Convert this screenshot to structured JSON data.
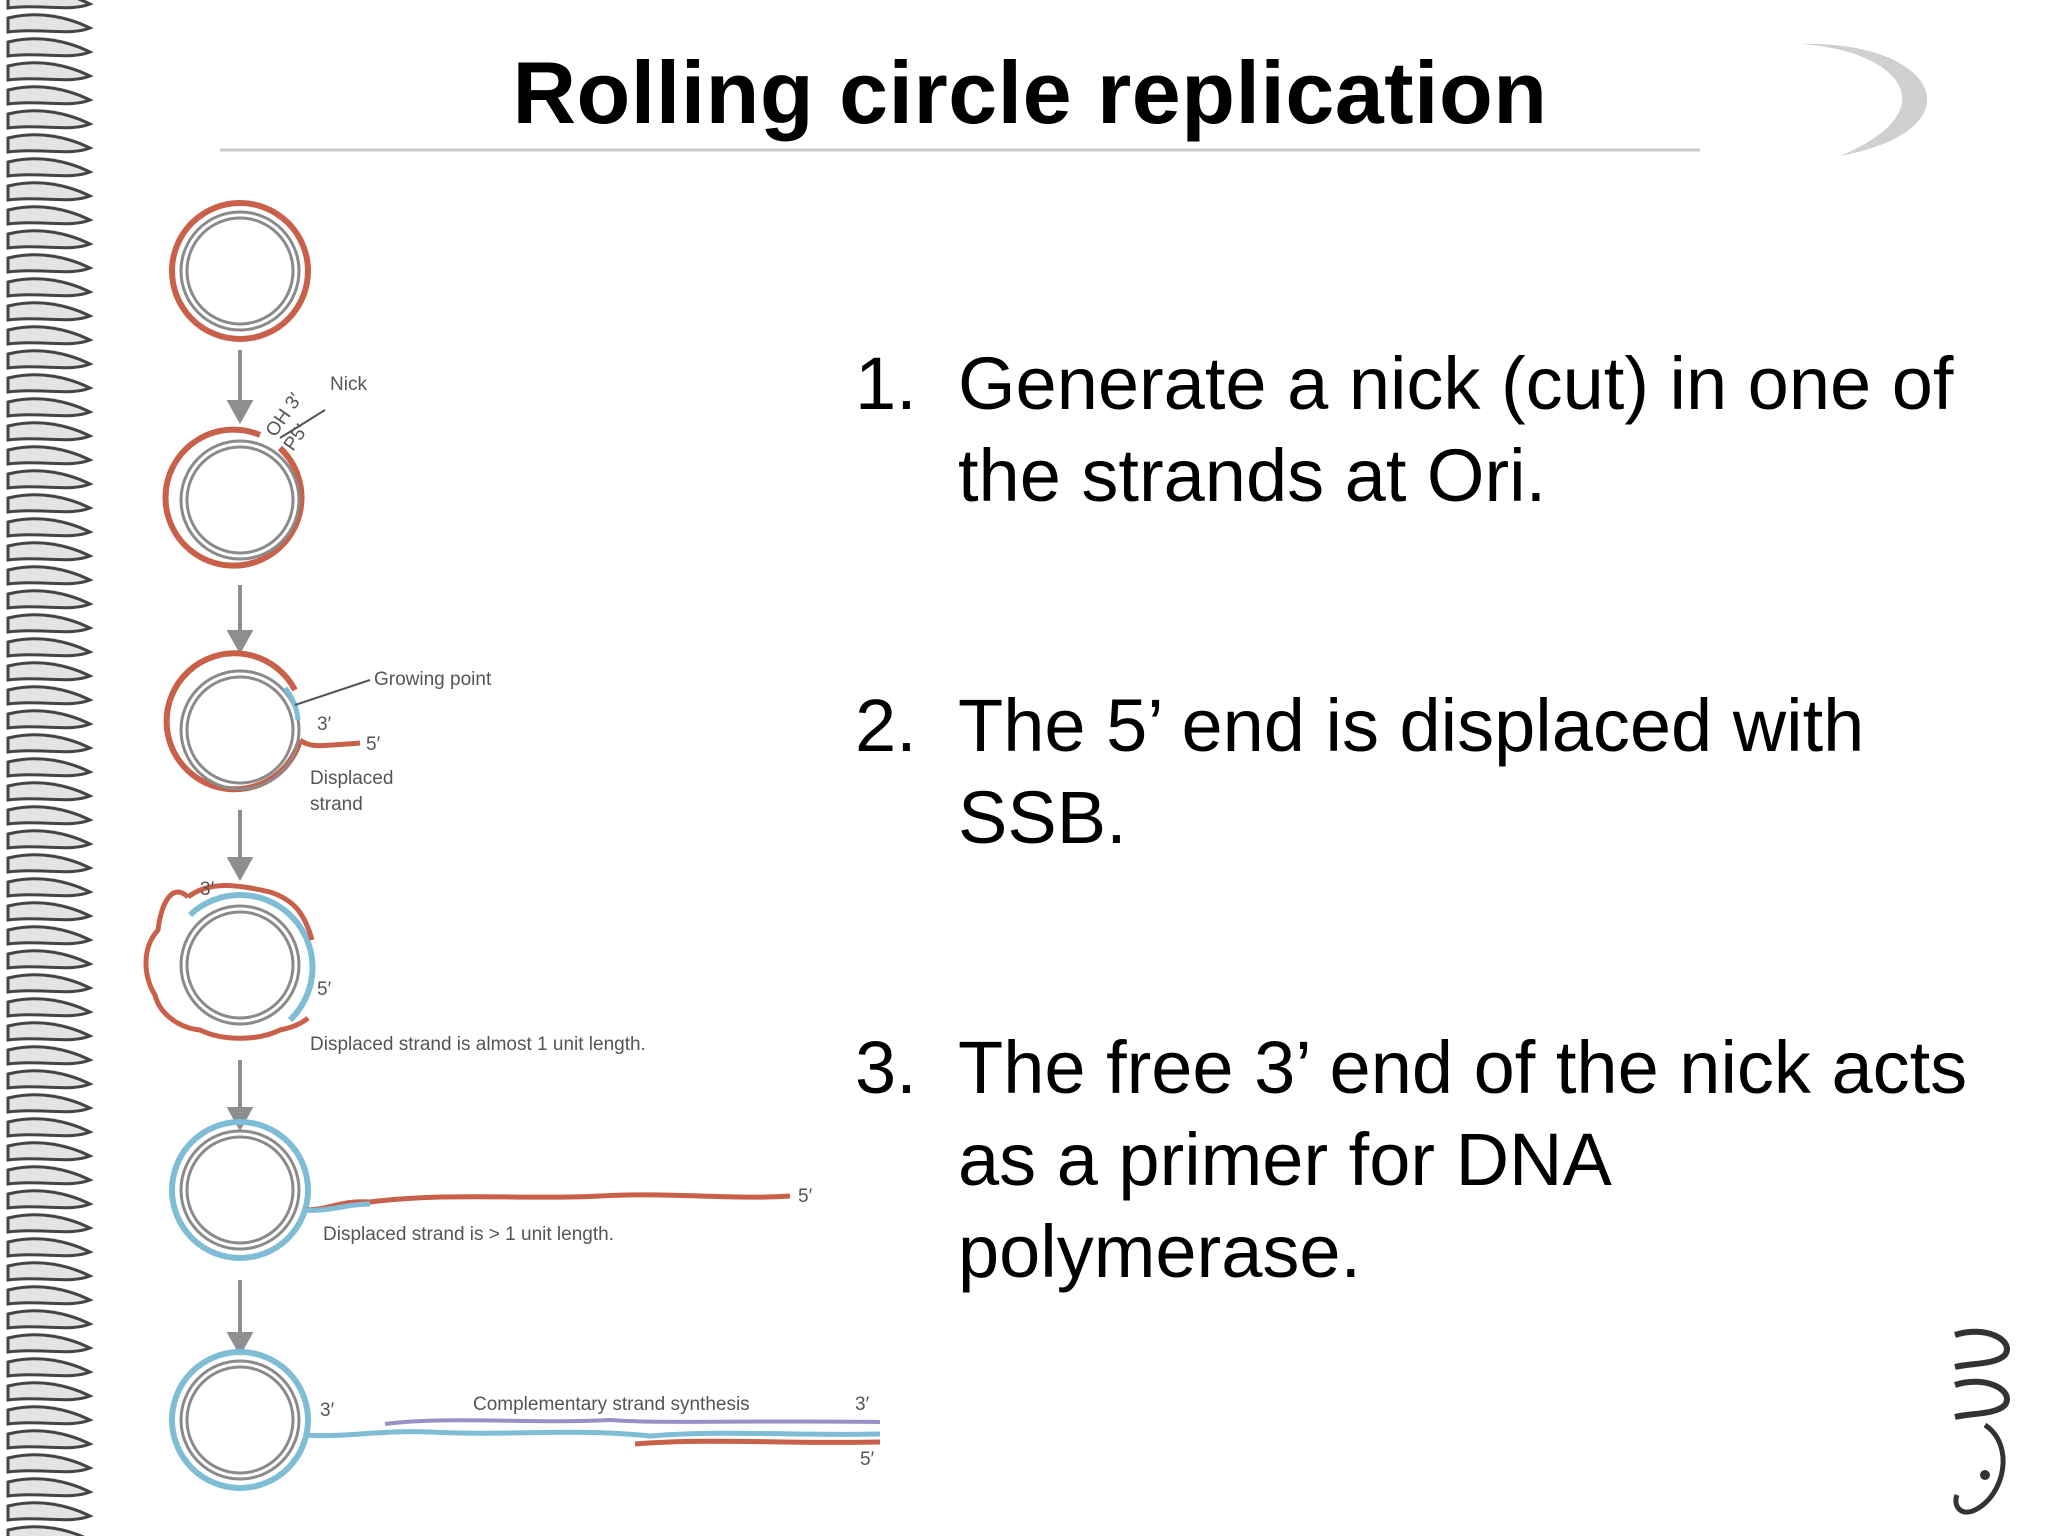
{
  "title": "Rolling circle replication",
  "diagram": {
    "labels": {
      "nick": "Nick",
      "oh3": "OH 3′",
      "p5": "P5′",
      "growing_point": "Growing point",
      "three_prime": "3′",
      "five_prime": "5′",
      "displaced_1": "Displaced",
      "displaced_2": "strand",
      "almost_unit": "Displaced strand is almost 1 unit length.",
      "greater_unit": "Displaced strand is > 1 unit length.",
      "complementary": "Complementary strand synthesis"
    },
    "colors": {
      "parental_strand": "#c8604a",
      "new_strand": "#7fbcd6",
      "complement_strand": "#9b8fc4",
      "circle_gray": "#8a8a8a",
      "arrow_gray": "#8e8e8e"
    }
  },
  "steps": [
    {
      "number": "1.",
      "text": "Generate a nick (cut) in one of the strands at Ori."
    },
    {
      "number": "2.",
      "text": "The 5’ end is displaced with SSB."
    },
    {
      "number": "3.",
      "text": "The free 3’ end of the nick acts as a primer for DNA polymerase."
    }
  ]
}
